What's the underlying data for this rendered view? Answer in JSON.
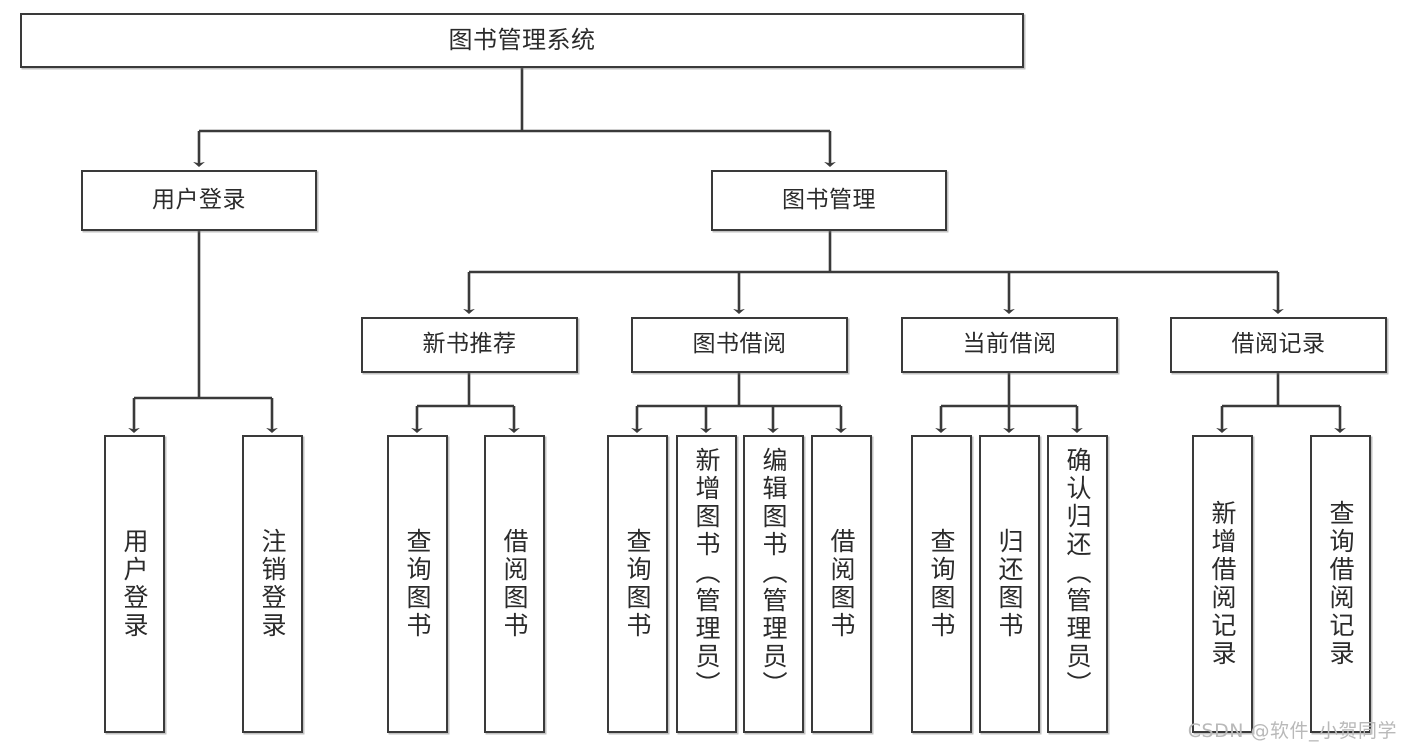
{
  "diagram": {
    "title": "图书管理系统",
    "type": "tree-hierarchy-chart",
    "watermark": "CSDN @软件_小贺同学",
    "colors": {
      "box_border": "#3a3a3a",
      "box_fill": "#ffffff",
      "edge": "#3a3a3a",
      "text": "#2b2b2b",
      "watermark": "#b9b9b9",
      "background": "#ffffff"
    },
    "root": {
      "label": "图书管理系统"
    },
    "level2": [
      {
        "label": "用户登录"
      },
      {
        "label": "图书管理"
      }
    ],
    "level3": [
      {
        "label": "新书推荐"
      },
      {
        "label": "图书借阅"
      },
      {
        "label": "当前借阅"
      },
      {
        "label": "借阅记录"
      }
    ],
    "leaves": {
      "user_login": [
        {
          "label": "用户登录"
        },
        {
          "label": "注销登录"
        }
      ],
      "new_book_recommend": [
        {
          "label": "查询图书"
        },
        {
          "label": "借阅图书"
        }
      ],
      "book_borrow": [
        {
          "label": "查询图书"
        },
        {
          "label": "新增图书（管理员）"
        },
        {
          "label": "编辑图书（管理员）"
        },
        {
          "label": "借阅图书"
        }
      ],
      "current_borrow": [
        {
          "label": "查询图书"
        },
        {
          "label": "归还图书"
        },
        {
          "label": "确认归还（管理员）"
        }
      ],
      "borrow_record": [
        {
          "label": "新增借阅记录"
        },
        {
          "label": "查询借阅记录"
        }
      ]
    }
  }
}
